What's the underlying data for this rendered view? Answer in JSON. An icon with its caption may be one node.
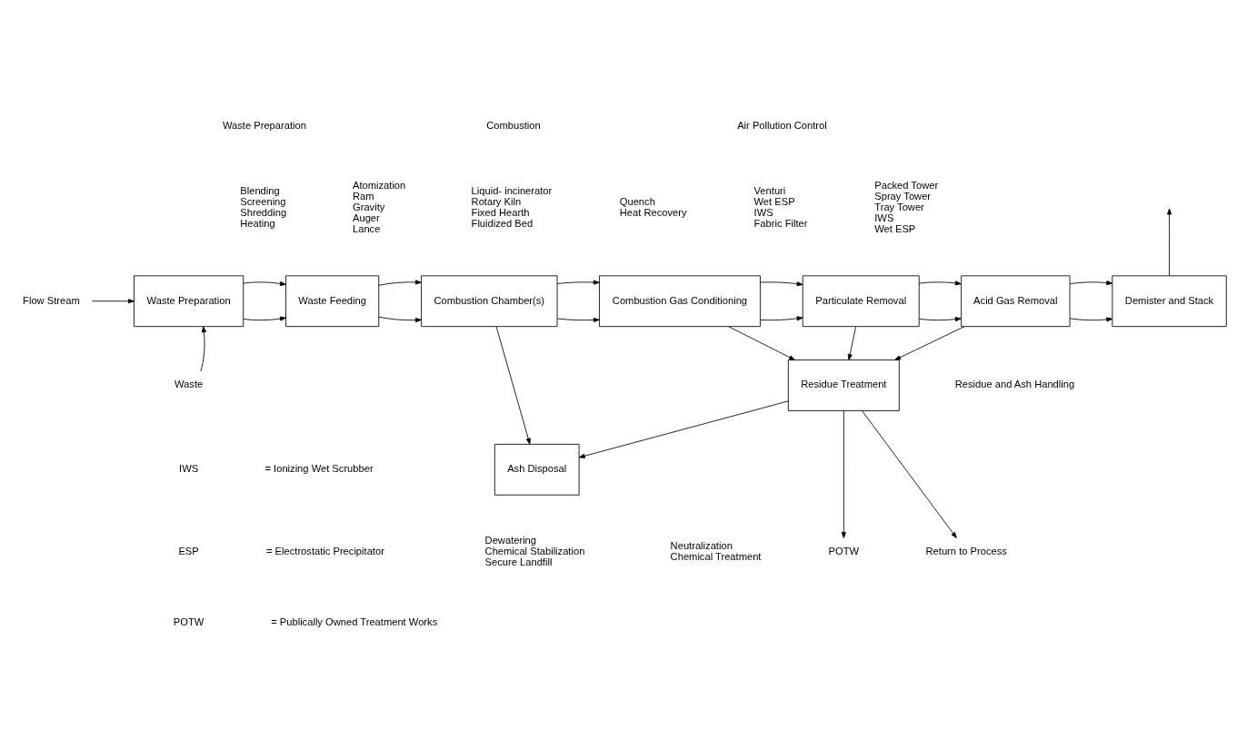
{
  "diagram": {
    "nodes": [
      {
        "text": [
          "Waste Preparation"
        ],
        "beside": [
          "Blending",
          "Screening",
          "Shredding",
          "Heating"
        ]
      },
      {
        "text": [
          "Waste Feeding"
        ],
        "beside": [
          "Atomization",
          "Ram",
          "Gravity",
          "Auger",
          "Lance"
        ]
      },
      {
        "text": [
          "Combustion Chamber(s)"
        ],
        "beside": [
          "Liquid- incinerator",
          "Rotary Kiln",
          "Fixed Hearth",
          "Fluidized Bed"
        ]
      },
      {
        "text": [
          "Combustion Gas Conditioning"
        ],
        "beside": [
          "Quench",
          "Heat Recovery"
        ]
      },
      {
        "text": [
          "Particulate Removal"
        ],
        "beside": [
          "Venturi",
          "Wet ESP",
          "IWS",
          "Fabric Filter"
        ]
      },
      {
        "text": [
          "Acid Gas Removal"
        ],
        "beside": [
          "Packed Tower",
          "Spray Tower",
          "Tray Tower",
          "IWS",
          "Wet ESP"
        ]
      },
      {
        "text": [
          "Demister and Stack"
        ]
      },
      {
        "text": [
          "Flow Stream"
        ]
      },
      {
        "text": [
          "Waste"
        ]
      },
      {
        "text": [
          "Ash Disposal"
        ],
        "beside": [
          "Dewatering",
          "Chemical Stabilization",
          "Secure Landfill"
        ]
      },
      {
        "text": [
          "Residue Treatment"
        ],
        "beside": [
          "Neutralization",
          "Chemical Treatment"
        ]
      },
      {
        "text": [
          "POTW"
        ]
      },
      {
        "text": [
          "Return to Process"
        ]
      }
    ],
    "edges": [
      {
        "from": 7,
        "to": 0,
        "arrow": "to"
      },
      {
        "from": 8,
        "to": 0,
        "arrow": "to"
      },
      {
        "from": 0,
        "to": 1,
        "arrow": "to"
      },
      {
        "from": 0,
        "to": 1,
        "arrow": "to"
      },
      {
        "from": 1,
        "to": 2,
        "arrow": "to"
      },
      {
        "from": 1,
        "to": 2,
        "arrow": "to"
      },
      {
        "from": 2,
        "to": 3,
        "arrow": "to"
      },
      {
        "from": 2,
        "to": 3,
        "arrow": "to"
      },
      {
        "from": 3,
        "to": 4,
        "arrow": "to"
      },
      {
        "from": 3,
        "to": 4,
        "arrow": "to"
      },
      {
        "from": 4,
        "to": 5,
        "arrow": "to"
      },
      {
        "from": 4,
        "to": 5,
        "arrow": "to"
      },
      {
        "from": 5,
        "to": 6,
        "arrow": "to"
      },
      {
        "from": 5,
        "to": 6,
        "arrow": "to"
      },
      {
        "from": 6,
        "to": null,
        "arrow": "to"
      },
      {
        "from": 2,
        "to": 9,
        "arrow": "to"
      },
      {
        "from": 3,
        "to": 10,
        "arrow": "to"
      },
      {
        "from": 4,
        "to": 10,
        "arrow": "to"
      },
      {
        "from": 5,
        "to": 10,
        "arrow": "to"
      },
      {
        "from": 10,
        "to": 9,
        "arrow": "to"
      },
      {
        "from": 10,
        "to": 11,
        "arrow": "to"
      },
      {
        "from": 10,
        "to": 12,
        "arrow": "to"
      }
    ],
    "labels": [
      "Waste Preparation",
      "Combustion",
      "Air Pollution Control",
      "Residue and Ash Handling",
      "IWS",
      "= Ionizing Wet Scrubber",
      "ESP",
      "= Electrostatic Precipitator",
      "POTW",
      "= Publically Owned Treatment Works"
    ]
  }
}
